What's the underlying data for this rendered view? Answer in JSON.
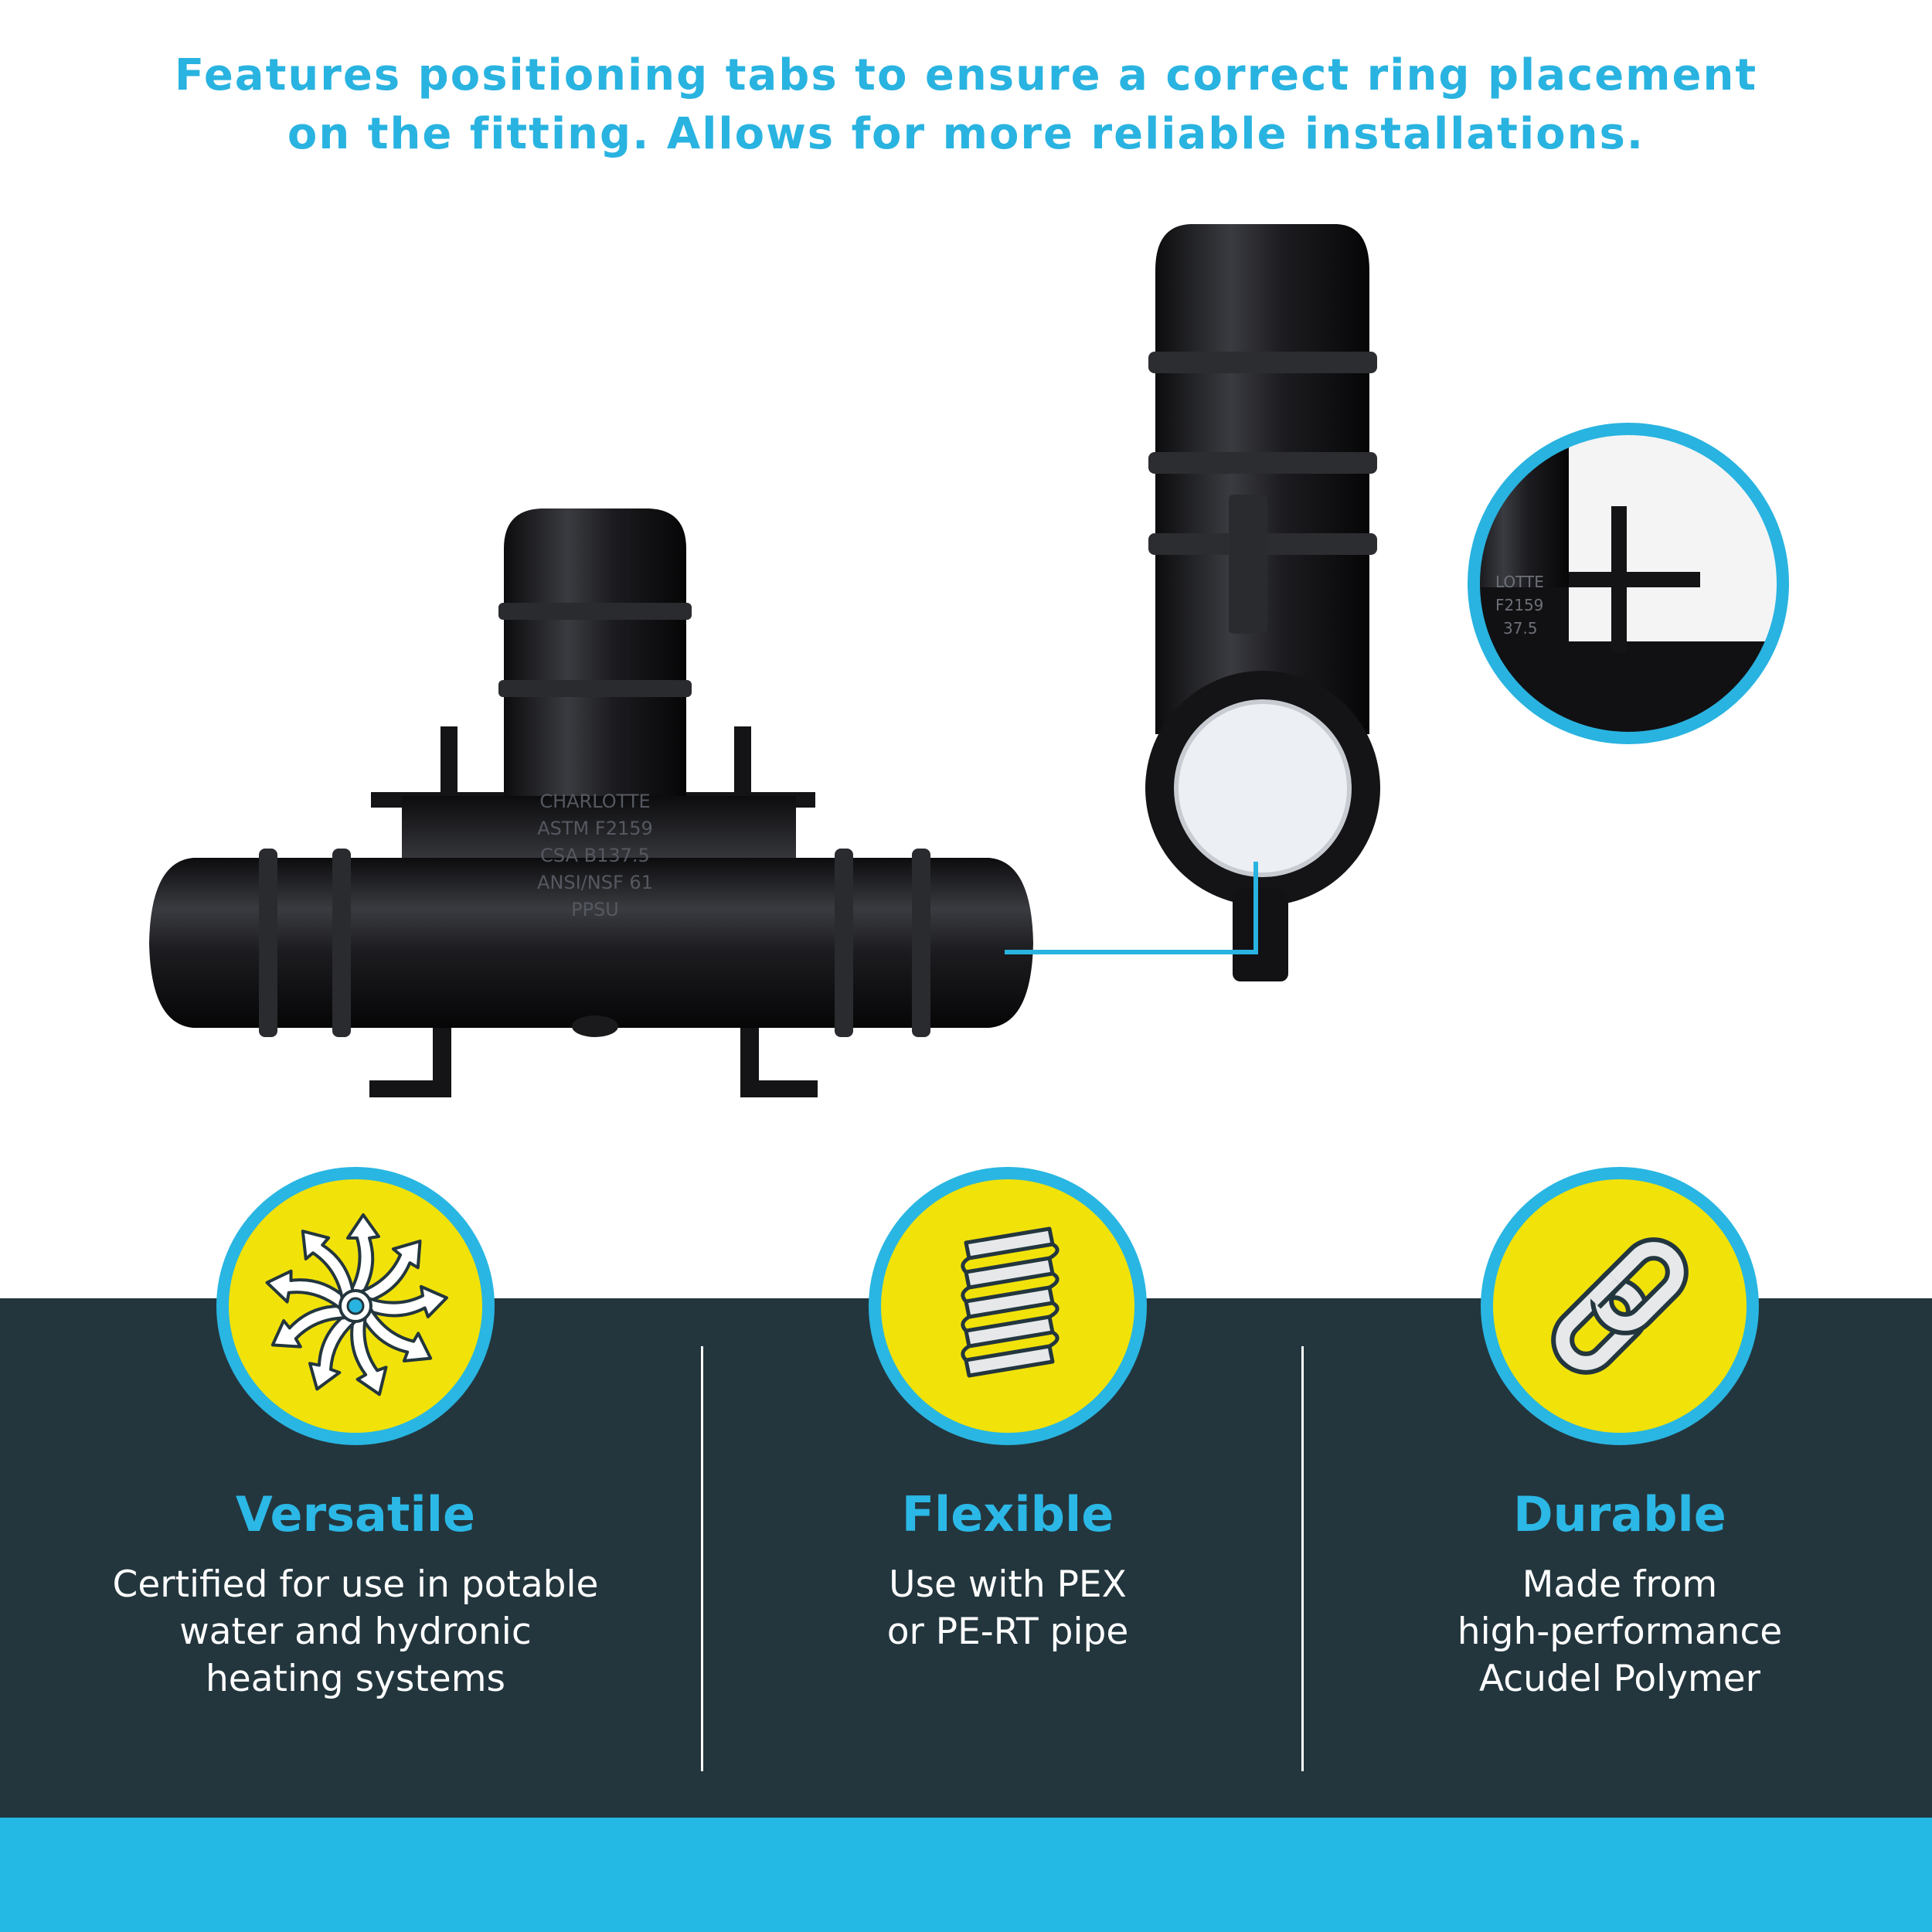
{
  "headline": {
    "line1": "Features positioning tabs to ensure a correct ring placement",
    "line2": "on the fitting. Allows for more reliable installations."
  },
  "product": {
    "tee_markings": [
      "CHARLOTTE",
      "ASTM F2159",
      "CSA B137.5",
      "ANSI/NSF 61",
      "PPSU"
    ],
    "zoom_markings": [
      "LOTTE",
      "F2159",
      "37.5"
    ]
  },
  "features": [
    {
      "icon": "burst-arrows-icon",
      "title": "Versatile",
      "desc": [
        "Certified for use in potable",
        "water and hydronic",
        "heating systems"
      ]
    },
    {
      "icon": "spring-coil-icon",
      "title": "Flexible",
      "desc": [
        "Use with PEX",
        "or PE-RT pipe"
      ]
    },
    {
      "icon": "chain-link-icon",
      "title": "Durable",
      "desc": [
        "Made from",
        "high-performance",
        "Acudel Polymer"
      ]
    }
  ],
  "colors": {
    "accent_blue": "#29b3e0",
    "badge_yellow": "#f1e20a",
    "band_dark": "#23363e",
    "band_blue": "#24b8e4",
    "fitting_black": "#1a1a1c"
  }
}
